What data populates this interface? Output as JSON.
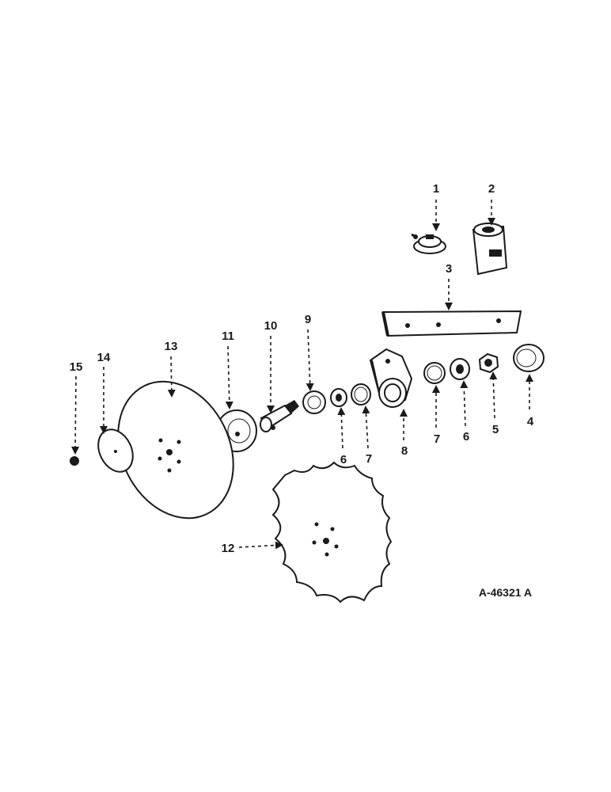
{
  "callouts": [
    "1",
    "2",
    "3",
    "4",
    "5",
    "6",
    "7",
    "8",
    "9",
    "10",
    "11",
    "12",
    "13",
    "14",
    "15"
  ],
  "drawing_ref": "A-46321 A",
  "colors": {
    "ink": "#1a1a1a",
    "paper": "#ffffff"
  }
}
